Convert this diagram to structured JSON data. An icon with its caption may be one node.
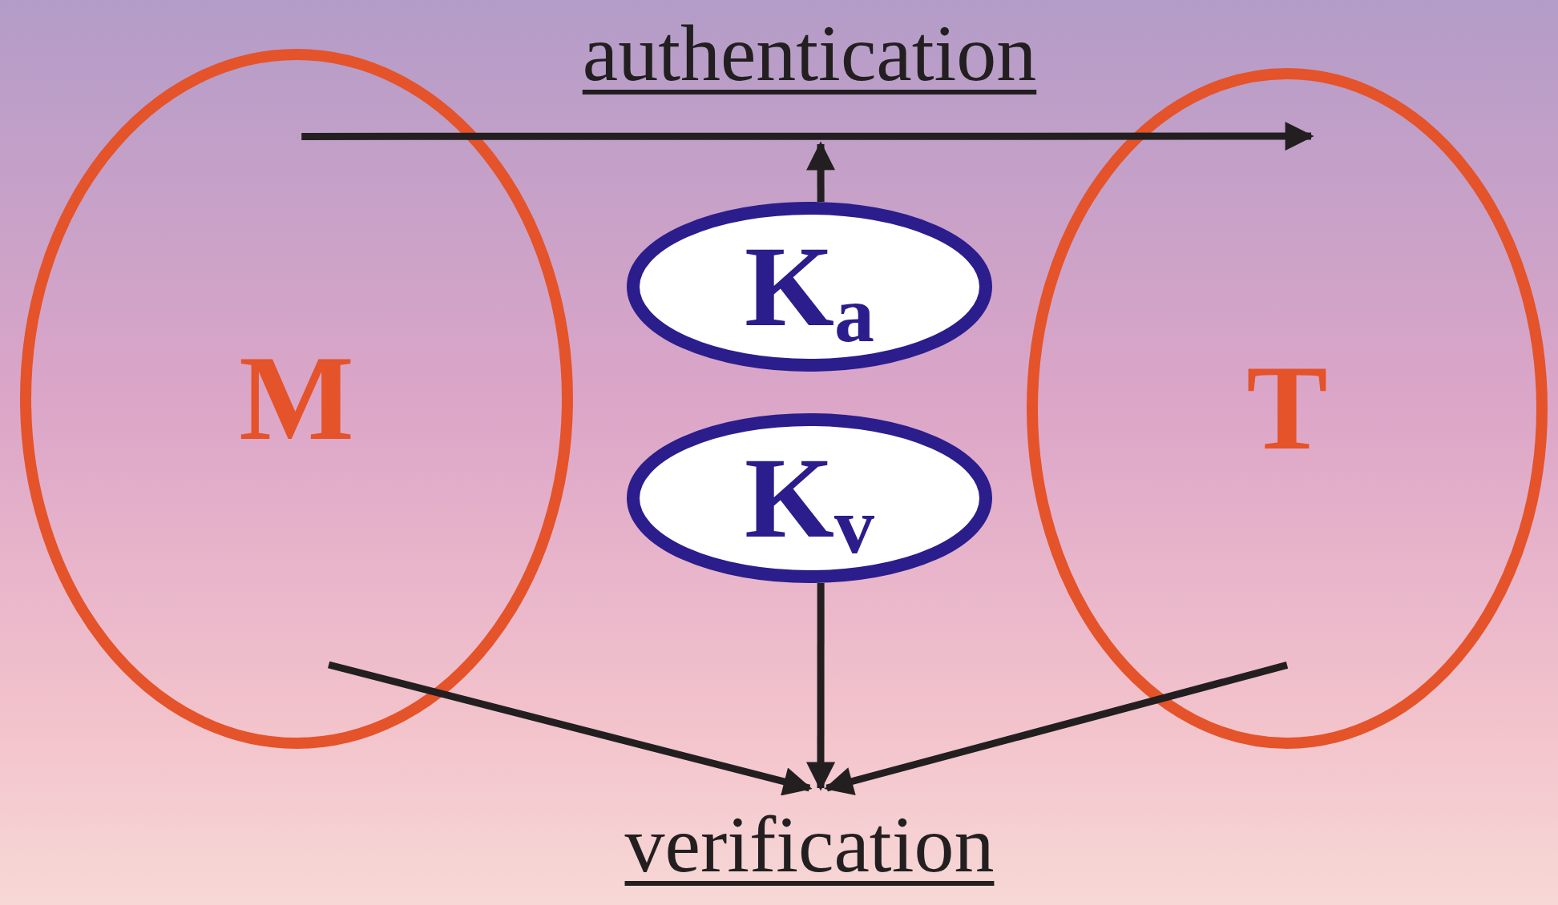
{
  "diagram": {
    "nodes": [
      {
        "text": [
          "M"
        ]
      },
      {
        "text": [
          "T"
        ]
      },
      {
        "text": [
          "K$_{a}$"
        ]
      },
      {
        "text": [
          "K$_{v}$"
        ]
      },
      {
        "text": [
          "verification"
        ]
      }
    ],
    "edges": [
      {
        "from": 0,
        "to": 1,
        "arrow": "to",
        "label": "authentication"
      },
      {
        "from": 2,
        "to": null,
        "arrow": "to"
      },
      {
        "from": 0,
        "to": 4,
        "arrow": "to"
      },
      {
        "from": 1,
        "to": 4,
        "arrow": "to"
      },
      {
        "from": 3,
        "to": 4,
        "arrow": "to"
      }
    ]
  }
}
